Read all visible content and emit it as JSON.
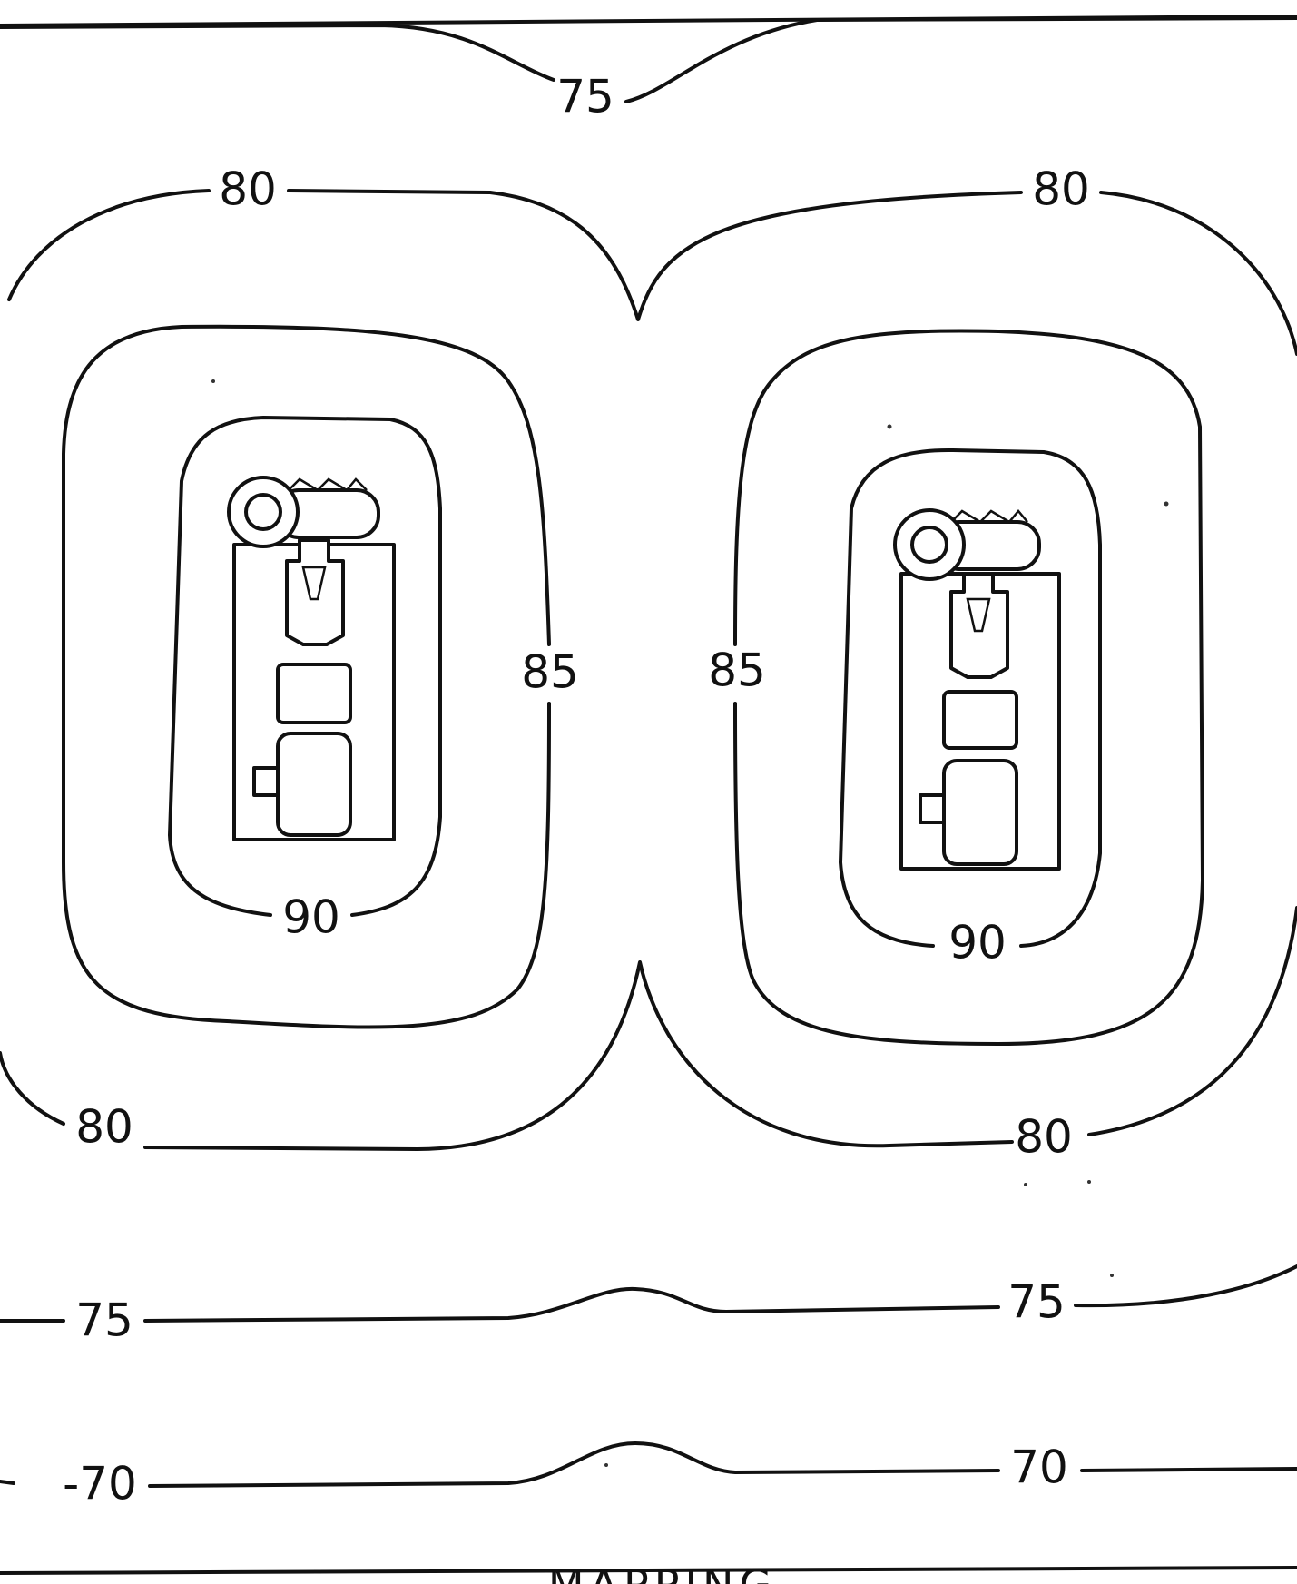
{
  "contour_labels": {
    "top_75": "75",
    "upper_left_80": "80",
    "upper_right_80": "80",
    "left_85": "85",
    "right_85": "85",
    "left_90": "90",
    "right_90": "90",
    "lower_left_80": "80",
    "lower_right_80": "80",
    "lower_left_75": "75",
    "lower_right_75": "75",
    "bottom_left_70": "-70",
    "bottom_right_70": "70"
  },
  "equipment": [
    {
      "name": "left-pump-motor-unit"
    },
    {
      "name": "right-pump-motor-unit"
    }
  ],
  "caption": "MAPPING"
}
